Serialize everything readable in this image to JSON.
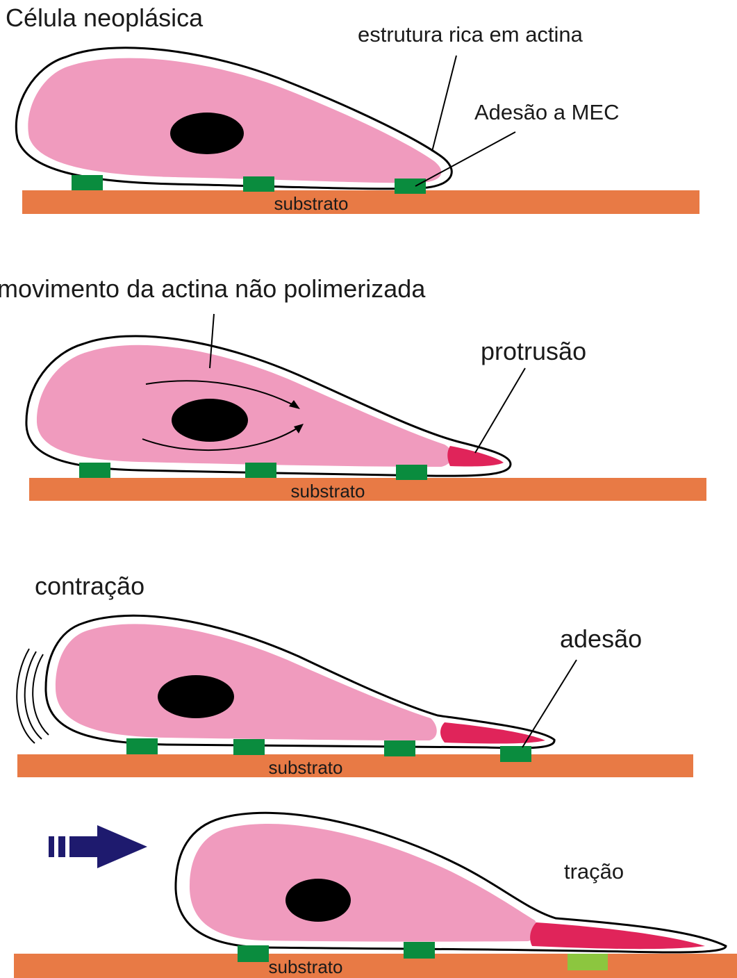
{
  "colors": {
    "cytoplasm": "#F09BBE",
    "membrane": "#000000",
    "nucleus": "#000000",
    "substrate": "#E87A45",
    "adhesion": "#0A8C3E",
    "adhesion_released": "#8CC63F",
    "protrusion": "#E0245A",
    "arrow": "#1E1A6E"
  },
  "panel1": {
    "title": "Célula neoplásica",
    "label_actin": "estrutura rica em actina",
    "label_adhesion": "Adesão a MEC",
    "substrate": "substrato"
  },
  "panel2": {
    "title": "movimento da actina não polimerizada",
    "label_protrusion": "protrusão",
    "substrate": "substrato"
  },
  "panel3": {
    "title": "contração",
    "label_adhesion": "adesão",
    "substrate": "substrato"
  },
  "panel4": {
    "label_traction": "tração",
    "substrate": "substrato"
  }
}
